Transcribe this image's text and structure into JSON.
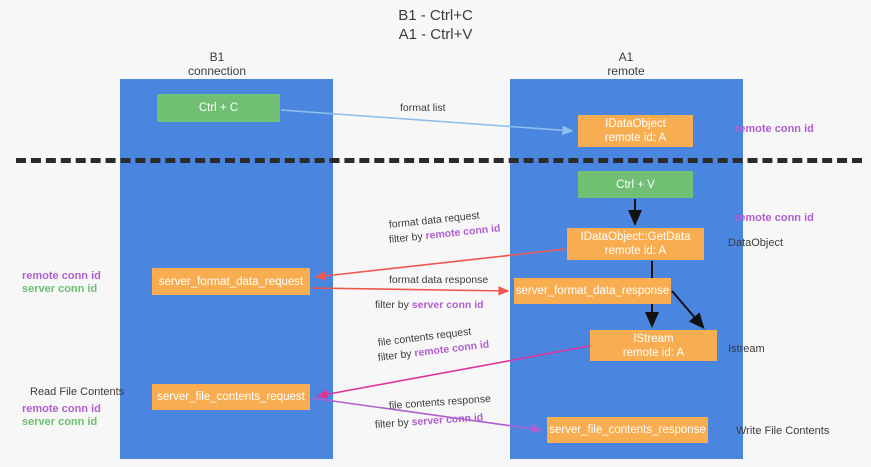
{
  "title": {
    "line1": "B1 - Ctrl+C",
    "line2": "A1 - Ctrl+V"
  },
  "columns": [
    {
      "id": "b1",
      "line1": "B1",
      "line2": "connection"
    },
    {
      "id": "a1",
      "line1": "A1",
      "line2": "remote"
    }
  ],
  "boxes": {
    "ctrl_c": {
      "label": "Ctrl + C",
      "color": "#70bf73"
    },
    "idataobject": {
      "label": "IDataObject",
      "sub": "remote id: A",
      "color": "#f9ad51"
    },
    "ctrl_v": {
      "label": "Ctrl + V",
      "color": "#70bf73"
    },
    "getdata": {
      "label": "IDataObject::GetData",
      "sub": "remote id: A",
      "color": "#f9ad51"
    },
    "server_format_data_request": {
      "label": "server_format_data_request",
      "color": "#f9ad51"
    },
    "server_format_data_response": {
      "label": "server_format_data_response",
      "color": "#f9ad51"
    },
    "istream": {
      "label": "IStream",
      "sub": "remote id: A",
      "color": "#f9ad51"
    },
    "server_file_contents_request": {
      "label": "server_file_contents_request",
      "color": "#f9ad51"
    },
    "server_file_contents_response": {
      "label": "server_file_contents_response",
      "color": "#f9ad51"
    }
  },
  "edge_labels": {
    "format_list": "format list",
    "format_data_request": "format data request",
    "format_data_request_filter_prefix": "filter by ",
    "format_data_request_filter_key": "remote conn id",
    "format_data_response": "format data response",
    "format_data_response_filter_prefix": "filter by ",
    "format_data_response_filter_key": "server conn id",
    "file_contents_request": "file contents request",
    "file_contents_request_filter_prefix": "filter by ",
    "file_contents_request_filter_key": "remote conn id",
    "file_contents_response": "file contents response",
    "file_contents_response_filter_prefix": "filter by ",
    "file_contents_response_filter_key": "server conn id"
  },
  "right_notes": {
    "remote_conn_id_top": "remote conn id",
    "remote_conn_id_mid": "remote conn id",
    "dataobject": "DataObject",
    "istream": "Istream",
    "write_file_contents": "Write File Contents"
  },
  "left_notes": {
    "remote_conn_id_mid": "remote conn id",
    "server_conn_id_mid": "server conn id",
    "read_file_contents": "Read File Contents",
    "remote_conn_id_bottom": "remote conn id",
    "server_conn_id_bottom": "server conn id"
  },
  "colors": {
    "lane": "#4a86e0",
    "green_box": "#70bf73",
    "orange_box": "#f9ad51",
    "purple_text": "#b05fd0",
    "green_text": "#6cbf6f",
    "arrow_blue": "#8fc0ea",
    "arrow_red": "#f0584e",
    "arrow_pink": "#e0339a",
    "arrow_violet": "#b05fd0",
    "arrow_black": "#111111",
    "background": "#f7f7f7"
  }
}
